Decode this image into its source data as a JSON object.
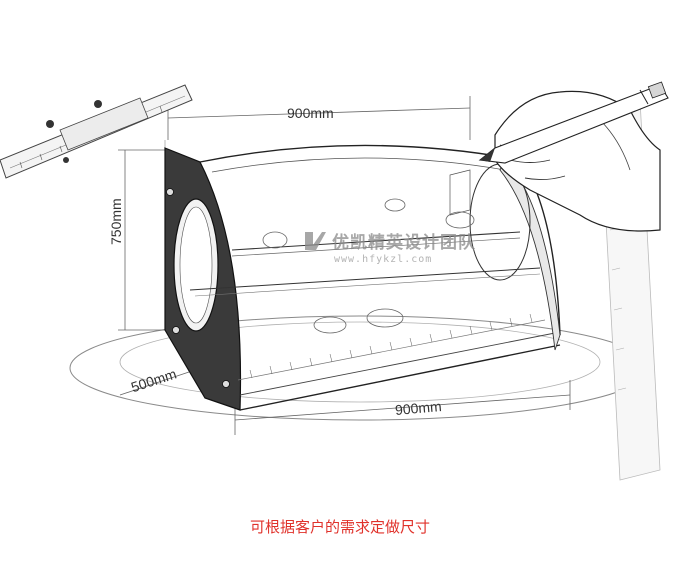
{
  "dimensions": {
    "top_width": "900mm",
    "height": "750mm",
    "depth": "500mm",
    "bottom_width": "900mm"
  },
  "watermark": {
    "name": "优凯精英设计团队",
    "url": "www.hfykzl.com"
  },
  "caption": "可根据客户的需求定做尺寸",
  "colors": {
    "caption": "#e0322b",
    "line": "#333333",
    "panel_dark": "#3a3a3a",
    "watermark": "#8a8a8a"
  },
  "icons": [
    "ruler-icon",
    "pencil-icon",
    "hand-icon",
    "logo-icon"
  ]
}
